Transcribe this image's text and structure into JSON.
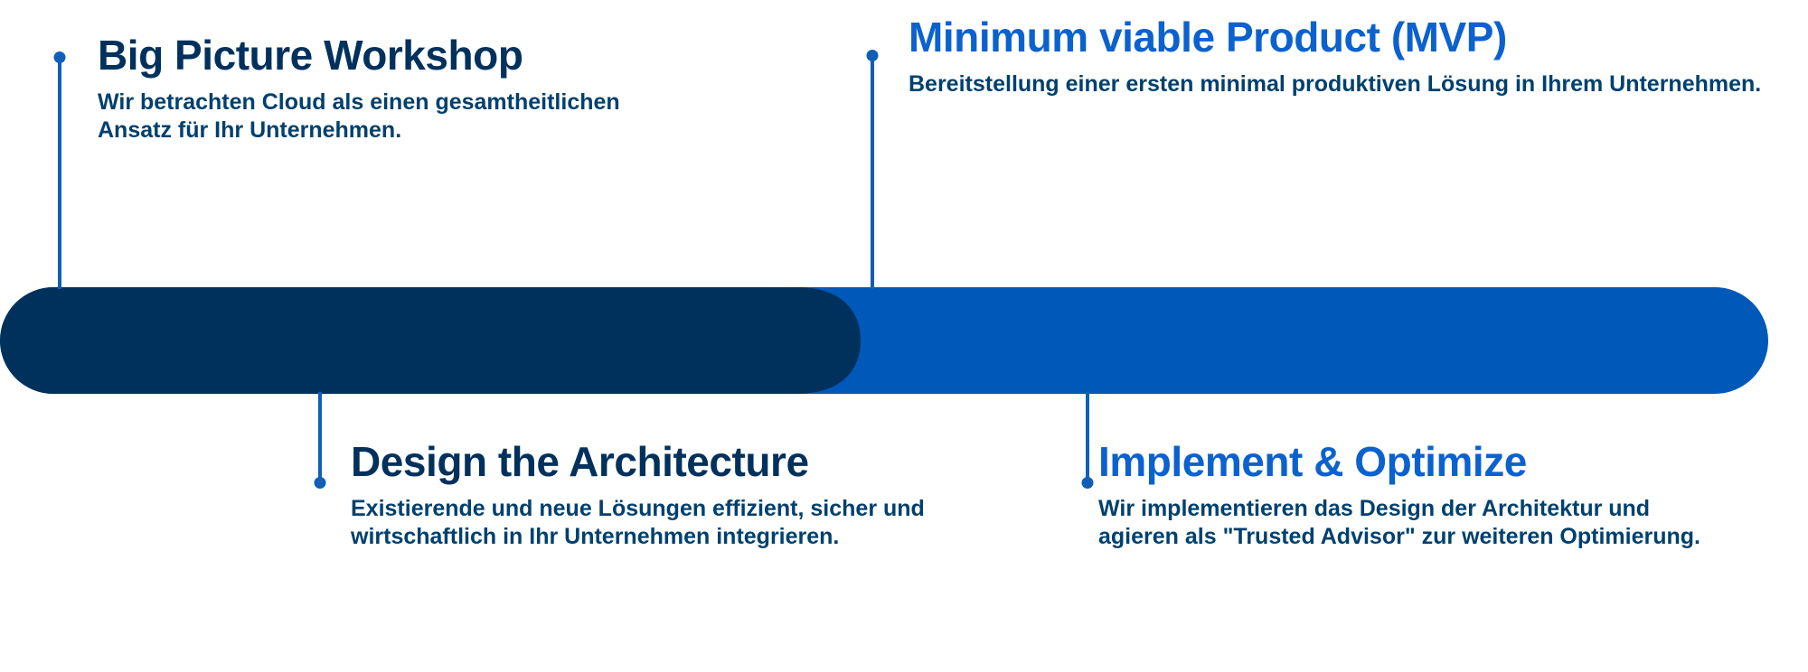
{
  "diagram": {
    "type": "timeline-roadmap",
    "orientation": "horizontal",
    "colors": {
      "phase_one_bar": "#00315c",
      "phase_two_bar": "#0058b8",
      "connector": "#0f5fb8",
      "title_navy": "#00315c",
      "title_bright": "#0b62cf",
      "body_text": "#00406e",
      "background": "#ffffff"
    },
    "bar": {
      "segments": [
        {
          "name": "phase-one-segment",
          "color": "#00315c",
          "span_pct": 48
        },
        {
          "name": "phase-two-segment",
          "color": "#0058b8",
          "span_pct": 52
        }
      ]
    },
    "steps": [
      {
        "id": "big-picture-workshop",
        "position": "above",
        "order": 1,
        "accent": "navy",
        "title": "Big Picture Workshop",
        "description": "Wir betrachten Cloud als einen gesamtheitlichen Ansatz für Ihr Unternehmen."
      },
      {
        "id": "minimum-viable-product",
        "position": "above",
        "order": 3,
        "accent": "bright",
        "title": "Minimum viable Product (MVP)",
        "description": "Bereitstellung einer ersten minimal produktiven Lösung in Ihrem Unternehmen."
      },
      {
        "id": "design-the-architecture",
        "position": "below",
        "order": 2,
        "accent": "navy",
        "title": "Design the Architecture",
        "description": "Existierende und neue Lösungen effizient, sicher und wirtschaftlich in Ihr Unternehmen integrieren."
      },
      {
        "id": "implement-and-optimize",
        "position": "below",
        "order": 4,
        "accent": "bright",
        "title": "Implement & Optimize",
        "description": "Wir implementieren das Design der Architektur und agieren als \"Trusted Advisor\" zur weiteren Optimierung."
      }
    ]
  }
}
